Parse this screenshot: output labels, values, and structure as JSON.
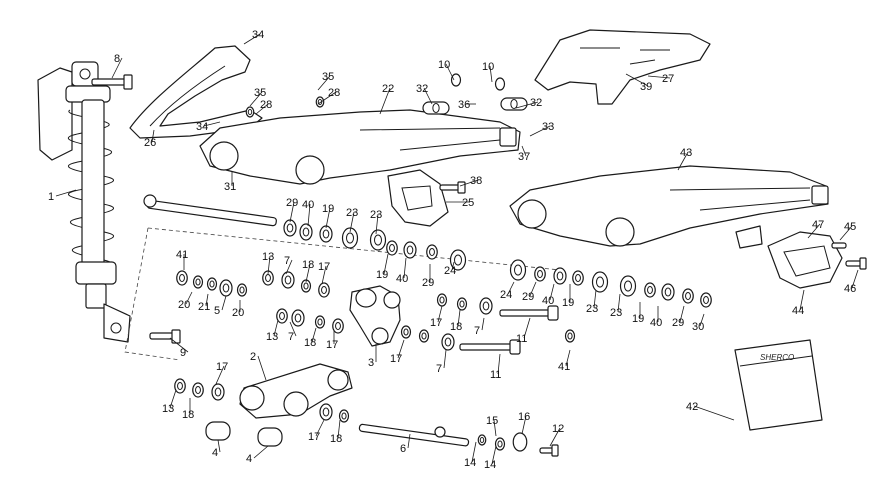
{
  "diagram": {
    "type": "exploded-parts-diagram",
    "callouts": [
      {
        "id": "c1",
        "text": "1"
      },
      {
        "id": "c2",
        "text": "2"
      },
      {
        "id": "c3",
        "text": "3"
      },
      {
        "id": "c4a",
        "text": "4"
      },
      {
        "id": "c4b",
        "text": "4"
      },
      {
        "id": "c5",
        "text": "5"
      },
      {
        "id": "c6",
        "text": "6"
      },
      {
        "id": "c7a",
        "text": "7"
      },
      {
        "id": "c7b",
        "text": "7"
      },
      {
        "id": "c7c",
        "text": "7"
      },
      {
        "id": "c7d",
        "text": "7"
      },
      {
        "id": "c8",
        "text": "8"
      },
      {
        "id": "c9",
        "text": "9"
      },
      {
        "id": "c10a",
        "text": "10"
      },
      {
        "id": "c10b",
        "text": "10"
      },
      {
        "id": "c11a",
        "text": "11"
      },
      {
        "id": "c11b",
        "text": "11"
      },
      {
        "id": "c12",
        "text": "12"
      },
      {
        "id": "c13a",
        "text": "13"
      },
      {
        "id": "c13b",
        "text": "13"
      },
      {
        "id": "c13c",
        "text": "13"
      },
      {
        "id": "c14a",
        "text": "14"
      },
      {
        "id": "c14b",
        "text": "14"
      },
      {
        "id": "c15",
        "text": "15"
      },
      {
        "id": "c16",
        "text": "16"
      },
      {
        "id": "c17a",
        "text": "17"
      },
      {
        "id": "c17b",
        "text": "17"
      },
      {
        "id": "c17c",
        "text": "17"
      },
      {
        "id": "c17d",
        "text": "17"
      },
      {
        "id": "c17e",
        "text": "17"
      },
      {
        "id": "c17f",
        "text": "17"
      },
      {
        "id": "c18a",
        "text": "18"
      },
      {
        "id": "c18b",
        "text": "18"
      },
      {
        "id": "c18c",
        "text": "18"
      },
      {
        "id": "c18d",
        "text": "18"
      },
      {
        "id": "c18e",
        "text": "18"
      },
      {
        "id": "c19a",
        "text": "19"
      },
      {
        "id": "c19b",
        "text": "19"
      },
      {
        "id": "c19c",
        "text": "19"
      },
      {
        "id": "c19d",
        "text": "19"
      },
      {
        "id": "c20a",
        "text": "20"
      },
      {
        "id": "c20b",
        "text": "20"
      },
      {
        "id": "c21",
        "text": "21"
      },
      {
        "id": "c22",
        "text": "22"
      },
      {
        "id": "c23a",
        "text": "23"
      },
      {
        "id": "c23b",
        "text": "23"
      },
      {
        "id": "c23c",
        "text": "23"
      },
      {
        "id": "c23d",
        "text": "23"
      },
      {
        "id": "c24a",
        "text": "24"
      },
      {
        "id": "c24b",
        "text": "24"
      },
      {
        "id": "c25",
        "text": "25"
      },
      {
        "id": "c26",
        "text": "26"
      },
      {
        "id": "c27",
        "text": "27"
      },
      {
        "id": "c28a",
        "text": "28"
      },
      {
        "id": "c28b",
        "text": "28"
      },
      {
        "id": "c29a",
        "text": "29"
      },
      {
        "id": "c29b",
        "text": "29"
      },
      {
        "id": "c29c",
        "text": "29"
      },
      {
        "id": "c29d",
        "text": "29"
      },
      {
        "id": "c30",
        "text": "30"
      },
      {
        "id": "c31",
        "text": "31"
      },
      {
        "id": "c32a",
        "text": "32"
      },
      {
        "id": "c32b",
        "text": "32"
      },
      {
        "id": "c33",
        "text": "33"
      },
      {
        "id": "c34a",
        "text": "34"
      },
      {
        "id": "c34b",
        "text": "34"
      },
      {
        "id": "c35a",
        "text": "35"
      },
      {
        "id": "c35b",
        "text": "35"
      },
      {
        "id": "c36",
        "text": "36"
      },
      {
        "id": "c37",
        "text": "37"
      },
      {
        "id": "c38",
        "text": "38"
      },
      {
        "id": "c39",
        "text": "39"
      },
      {
        "id": "c40a",
        "text": "40"
      },
      {
        "id": "c40b",
        "text": "40"
      },
      {
        "id": "c40c",
        "text": "40"
      },
      {
        "id": "c40d",
        "text": "40"
      },
      {
        "id": "c41a",
        "text": "41"
      },
      {
        "id": "c41b",
        "text": "41"
      },
      {
        "id": "c42",
        "text": "42"
      },
      {
        "id": "c43",
        "text": "43"
      },
      {
        "id": "c44",
        "text": "44"
      },
      {
        "id": "c45",
        "text": "45"
      },
      {
        "id": "c46",
        "text": "46"
      },
      {
        "id": "c47",
        "text": "47"
      }
    ],
    "bag_logo_text": "SHERCO",
    "colors": {
      "line": "#1a1a1a",
      "background": "#ffffff",
      "part_fill": "#ffffff"
    }
  }
}
